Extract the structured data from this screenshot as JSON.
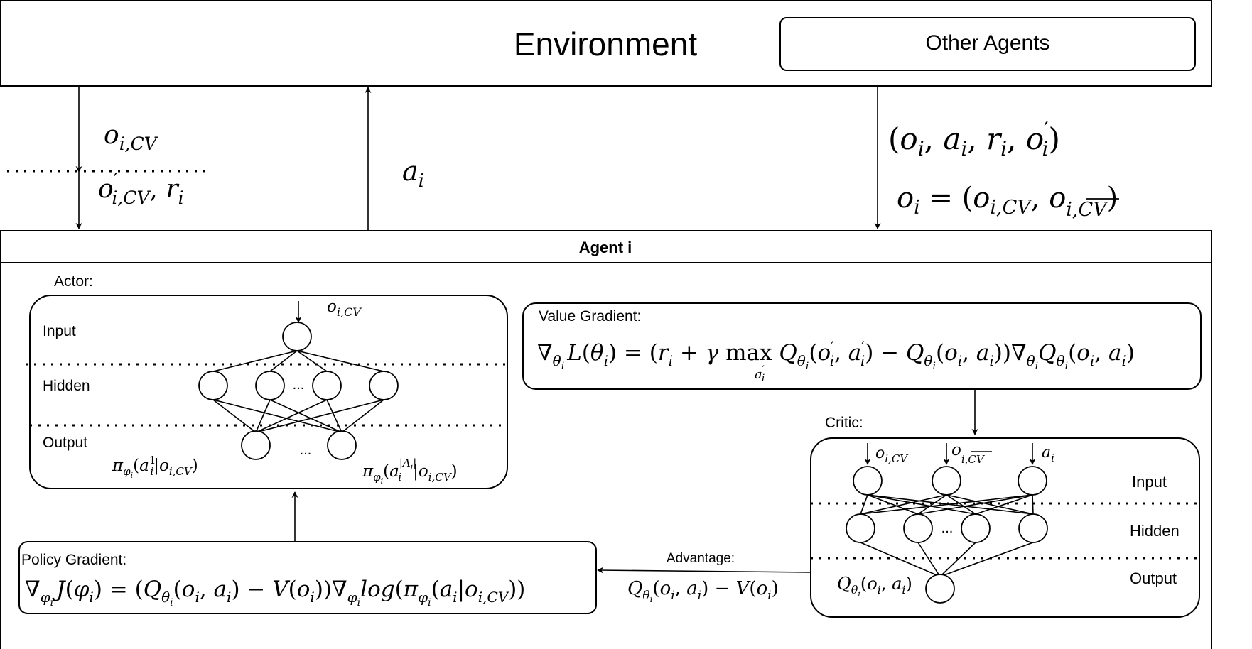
{
  "environment": {
    "title": "Environment",
    "other_agents_label": "Other Agents"
  },
  "signals": {
    "obs_cv": "o_{i,CV}",
    "next_obs_reward": "o'_{i,CV}, r_i",
    "action": "a_i",
    "transition": "(o_i, a_i, r_i, o'_i)",
    "obs_definition": "o_i = (o_{i,CV}, o_{i,\\overline{CV}})"
  },
  "agent": {
    "title": "Agent i",
    "actor": {
      "label": "Actor:",
      "layers": [
        "Input",
        "Hidden",
        "Output"
      ],
      "input_symbol": "o_{i,CV}",
      "hidden_ellipsis": "...",
      "output_ellipsis": "...",
      "output_first": "π_{φ_i}(a_i^1|o_{i,CV})",
      "output_last": "π_{φ_i}(a_i^{|A_i|}|o_{i,CV})"
    },
    "value_gradient": {
      "label": "Value Gradient:",
      "formula": "∇_{θ_i} L(θ_i) = (r_i + γ max_{a'_i} Q_{θ_i}(o'_i, a'_i) − Q_{θ_i}(o_i, a_i)) ∇_{θ_i} Q_{θ_i}(o_i, a_i)"
    },
    "critic": {
      "label": "Critic:",
      "layers": [
        "Input",
        "Hidden",
        "Output"
      ],
      "inputs": [
        "o_{i,CV}",
        "o_{i,\\overline{CV}}",
        "a_i"
      ],
      "hidden_ellipsis": "...",
      "output_symbol": "Q_{θ_i}(o_i, a_i)"
    },
    "advantage": {
      "label": "Advantage:",
      "formula": "Q_{θ_i}(o_i, a_i) − V(o_i)"
    },
    "policy_gradient": {
      "label": "Policy Gradient:",
      "formula": "∇_{φ_i} J(φ_i) = (Q_{θ_i}(o_i, a_i) − V(o_i)) ∇_{φ_i} log(π_{φ_i}(a_i|o_{i,CV}))"
    }
  }
}
